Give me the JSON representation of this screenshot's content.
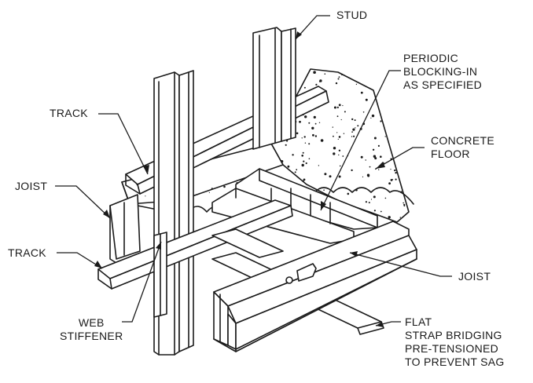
{
  "labels": {
    "stud": "STUD",
    "blocking": [
      "PERIODIC",
      "BLOCKING-IN",
      "AS SPECIFIED"
    ],
    "track_top": "TRACK",
    "concrete": [
      "CONCRETE",
      "FLOOR"
    ],
    "joist_left": "JOIST",
    "track_bottom": "TRACK",
    "joist_right": "JOIST",
    "web_stiffener": [
      "WEB",
      "STIFFENER"
    ],
    "strap": [
      "FLAT",
      "STRAP BRIDGING",
      "PRE-TENSIONED",
      "TO PREVENT SAG"
    ]
  },
  "colors": {
    "line": "#1a1a1a",
    "background": "#ffffff"
  }
}
